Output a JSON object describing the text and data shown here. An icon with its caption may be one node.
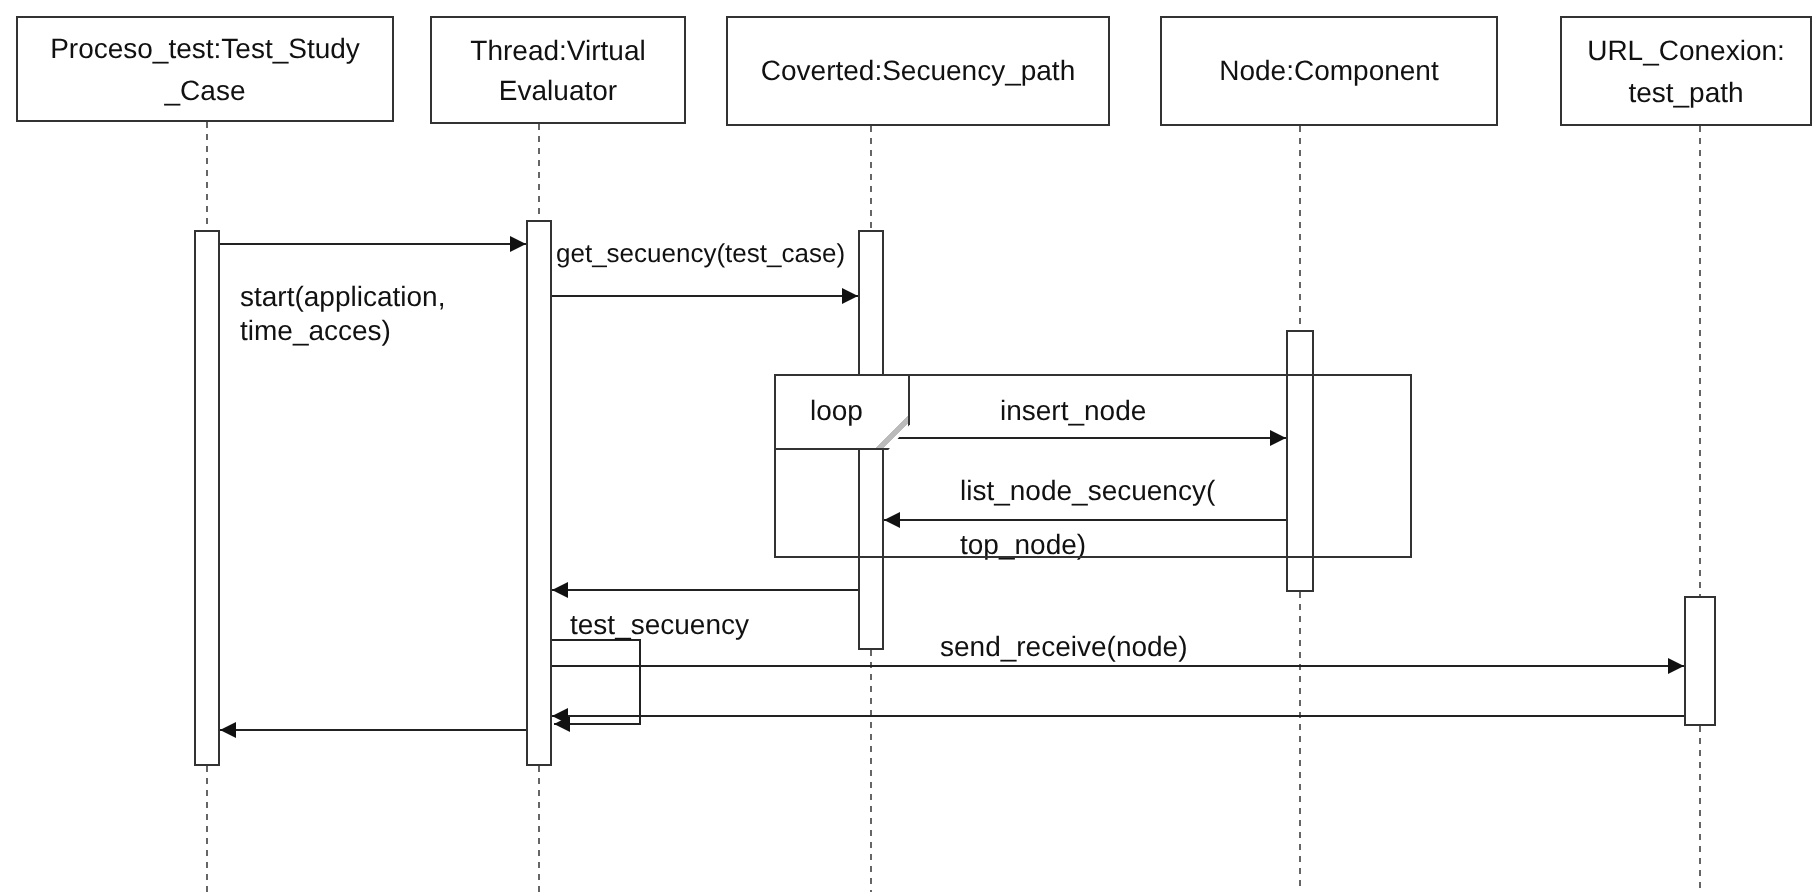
{
  "diagram": {
    "nodes": [
      {
        "text": [
          "Proceso_test:Test_Study _Case"
        ]
      },
      {
        "text": [
          "Thread:Virtual Evaluator"
        ]
      },
      {
        "text": [
          "Coverted:Secuency_path"
        ]
      },
      {
        "text": [
          "Node:Component"
        ]
      },
      {
        "text": [
          "URL_Conexion: test_path"
        ]
      },
      {
        "text": [],
        "shape": "bar"
      },
      {
        "text": [],
        "shape": "bar"
      },
      {
        "text": [],
        "shape": "bar"
      },
      {
        "text": [],
        "shape": "bar"
      },
      {
        "text": [],
        "shape": "bar"
      }
    ],
    "labels": [
      "loop"
    ],
    "edges": [
      {
        "from": 0,
        "to": 5,
        "arrow": "none",
        "style": "dashed"
      },
      {
        "from": 1,
        "to": 6,
        "arrow": "none",
        "style": "dashed"
      },
      {
        "from": 2,
        "to": 7,
        "arrow": "none",
        "style": "dashed"
      },
      {
        "from": 3,
        "to": 8,
        "arrow": "none",
        "style": "dashed"
      },
      {
        "from": 4,
        "to": 9,
        "arrow": "none",
        "style": "dashed"
      },
      {
        "from": 5,
        "to": 6,
        "arrow": "to",
        "label": "start(application, time_acces)"
      },
      {
        "from": 6,
        "to": 7,
        "arrow": "to",
        "label": "get_secuency(test_case)"
      },
      {
        "from": 7,
        "to": 8,
        "arrow": "to",
        "label": "insert_node"
      },
      {
        "from": 8,
        "to": 7,
        "arrow": "to",
        "label": "list_node_secuency( top_node)"
      },
      {
        "from": 7,
        "to": 6,
        "arrow": "to"
      },
      {
        "from": 6,
        "to": 6,
        "arrow": "to",
        "label": "test_secuency"
      },
      {
        "from": 6,
        "to": 9,
        "arrow": "to",
        "label": "send_receive(node)"
      },
      {
        "from": 9,
        "to": 6,
        "arrow": "to"
      },
      {
        "from": 6,
        "to": 5,
        "arrow": "to"
      }
    ]
  }
}
